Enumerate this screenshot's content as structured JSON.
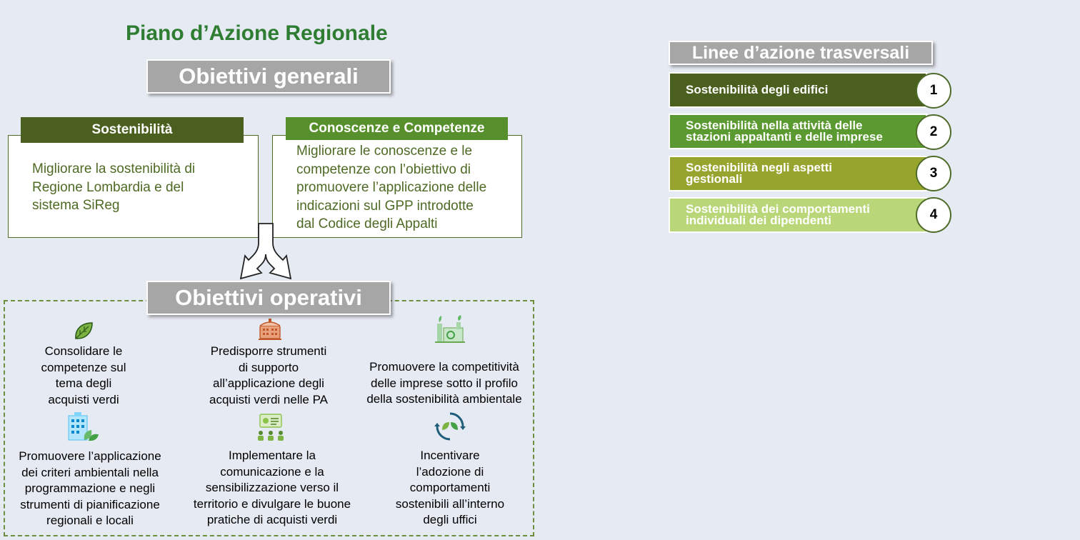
{
  "title": "Piano d’Azione Regionale",
  "general": {
    "banner": "Obiettivi generali",
    "left": {
      "header": "Sostenibilità",
      "lines": [
        "Migliorare la sostenibilità di",
        "Regione Lombardia  e del",
        "sistema SiReg"
      ]
    },
    "right": {
      "header": "Conoscenze e Competenze",
      "lines": [
        "Migliorare le conoscenze  e le",
        "competenze  con l’obiettivo di",
        "promuovere l’applicazione delle",
        "indicazioni sul GPP introdotte",
        "dal Codice degli Appalti"
      ]
    }
  },
  "operative": {
    "banner": "Obiettivi operativi",
    "items": [
      {
        "icon": "leaf-icon",
        "lines": [
          "Consolidare le",
          "competenze sul",
          "tema degli",
          "acquisti verdi"
        ]
      },
      {
        "icon": "factory-icon",
        "lines": [
          "Predisporre strumenti",
          "di supporto",
          "all’applicazione degli",
          "acquisti verdi nelle PA"
        ]
      },
      {
        "icon": "eco-factory-icon",
        "lines": [
          "Promuovere la competitività",
          "delle imprese sotto il profilo",
          "della sostenibilità ambientale"
        ]
      },
      {
        "icon": "green-building-icon",
        "lines": [
          "Promuovere l’applicazione",
          "dei criteri ambientali nella",
          "programmazione e negli",
          "strumenti di pianificazione",
          "regionali e locali"
        ]
      },
      {
        "icon": "communication-icon",
        "lines": [
          "Implementare la",
          "comunicazione e la",
          "sensibilizzazione verso il",
          "territorio e divulgare le buone",
          "pratiche di acquisti verdi"
        ]
      },
      {
        "icon": "recycle-leaf-icon",
        "lines": [
          "Incentivare",
          "l’adozione di",
          "comportamenti",
          "sostenibili all’interno",
          "degli uffici"
        ]
      }
    ]
  },
  "transversal": {
    "banner": "Linee d’azione trasversali",
    "items": [
      {
        "number": "1",
        "lines": [
          "Sostenibilità degli edifici"
        ],
        "color": "#4b5f1e"
      },
      {
        "number": "2",
        "lines": [
          "Sostenibilità nella attività delle",
          "stazioni appaltanti e delle imprese"
        ],
        "color": "#5b9a30"
      },
      {
        "number": "3",
        "lines": [
          "Sostenibilità negli aspetti",
          "gestionali"
        ],
        "color": "#97a52f"
      },
      {
        "number": "4",
        "lines": [
          "Sostenibilità dei comportamenti",
          "individuali dei dipendenti"
        ],
        "color": "#b9d779"
      }
    ]
  },
  "colors": {
    "title_green": "#2e7d32",
    "banner_grey": "#a6a6a6",
    "text_green": "#4e6a24"
  }
}
